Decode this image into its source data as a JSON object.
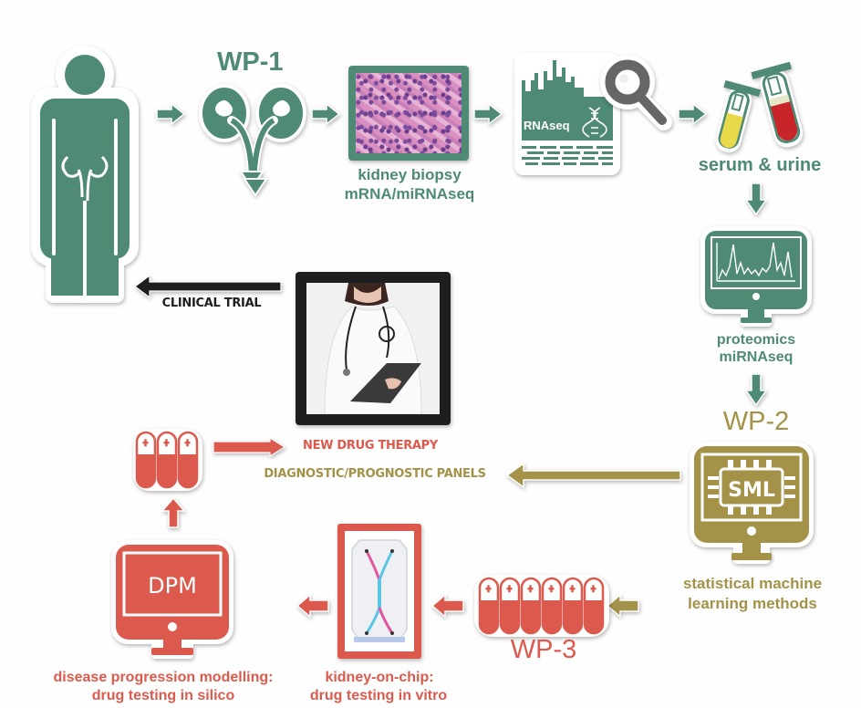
{
  "colors": {
    "green": "#4e8a74",
    "gold": "#a39248",
    "red": "#dc5a4d",
    "black": "#1e1e1e",
    "gray": "#666666"
  },
  "wp1": {
    "title": "WP-1",
    "biopsy_label_line1": "kidney biopsy",
    "biopsy_label_line2": "mRNA/miRNAseq",
    "rnaseq_label": "RNAseq",
    "samples_label": "serum & urine",
    "proteomics_label_line1": "proteomics",
    "proteomics_label_line2": "miRNAseq"
  },
  "wp2": {
    "title": "WP-2",
    "sml_label": "SML",
    "methods_label_line1": "statistical machine",
    "methods_label_line2": "learning methods"
  },
  "wp3": {
    "title": "WP-3",
    "chip_label_line1": "kidney-on-chip:",
    "chip_label_line2": "drug testing in vitro",
    "dpm_label": "DPM",
    "dpm_caption_line1": "disease progression modelling:",
    "dpm_caption_line2": "drug testing in silico"
  },
  "outputs": {
    "clinical_trial": "CLINICAL TRIAL",
    "new_drug_therapy": "NEW DRUG THERAPY",
    "panels": "DIAGNOSTIC/PROGNOSTIC PANELS"
  },
  "icons": [
    "person-icon",
    "kidneys-icon",
    "biopsy-image",
    "rnaseq-chart-icon",
    "magnifier-icon",
    "test-tubes-icon",
    "proteomics-monitor-icon",
    "sml-monitor-icon",
    "capsules-icon",
    "kidney-on-chip-image",
    "dpm-monitor-icon",
    "doctor-image"
  ]
}
